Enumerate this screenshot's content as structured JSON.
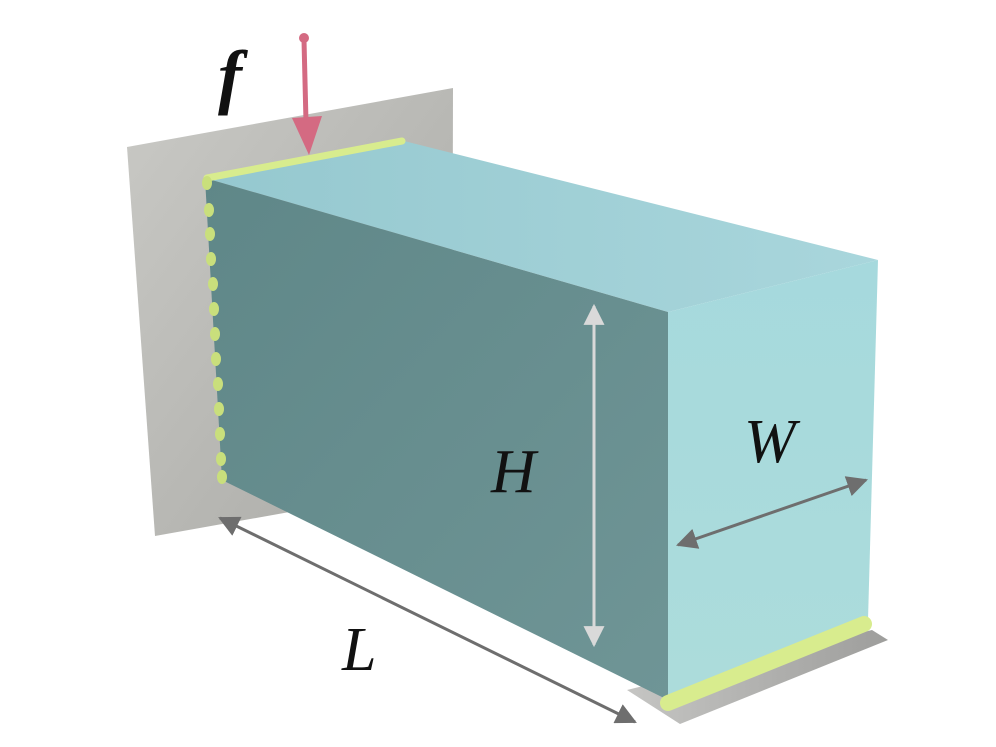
{
  "labels": {
    "force": "f",
    "height": "H",
    "width": "W",
    "length": "L"
  },
  "colors": {
    "background": "#ffffff",
    "wall": "#bdbdb8",
    "box_front": "#6b8f90",
    "box_top": "#9fcfd6",
    "box_end": "#a9dcdc",
    "support_roller": "#d8ec8e",
    "force_arrow": "#d46a82",
    "dimension_arrow_dark": "#6e6e6e",
    "dimension_arrow_light": "#d9d9d9"
  }
}
